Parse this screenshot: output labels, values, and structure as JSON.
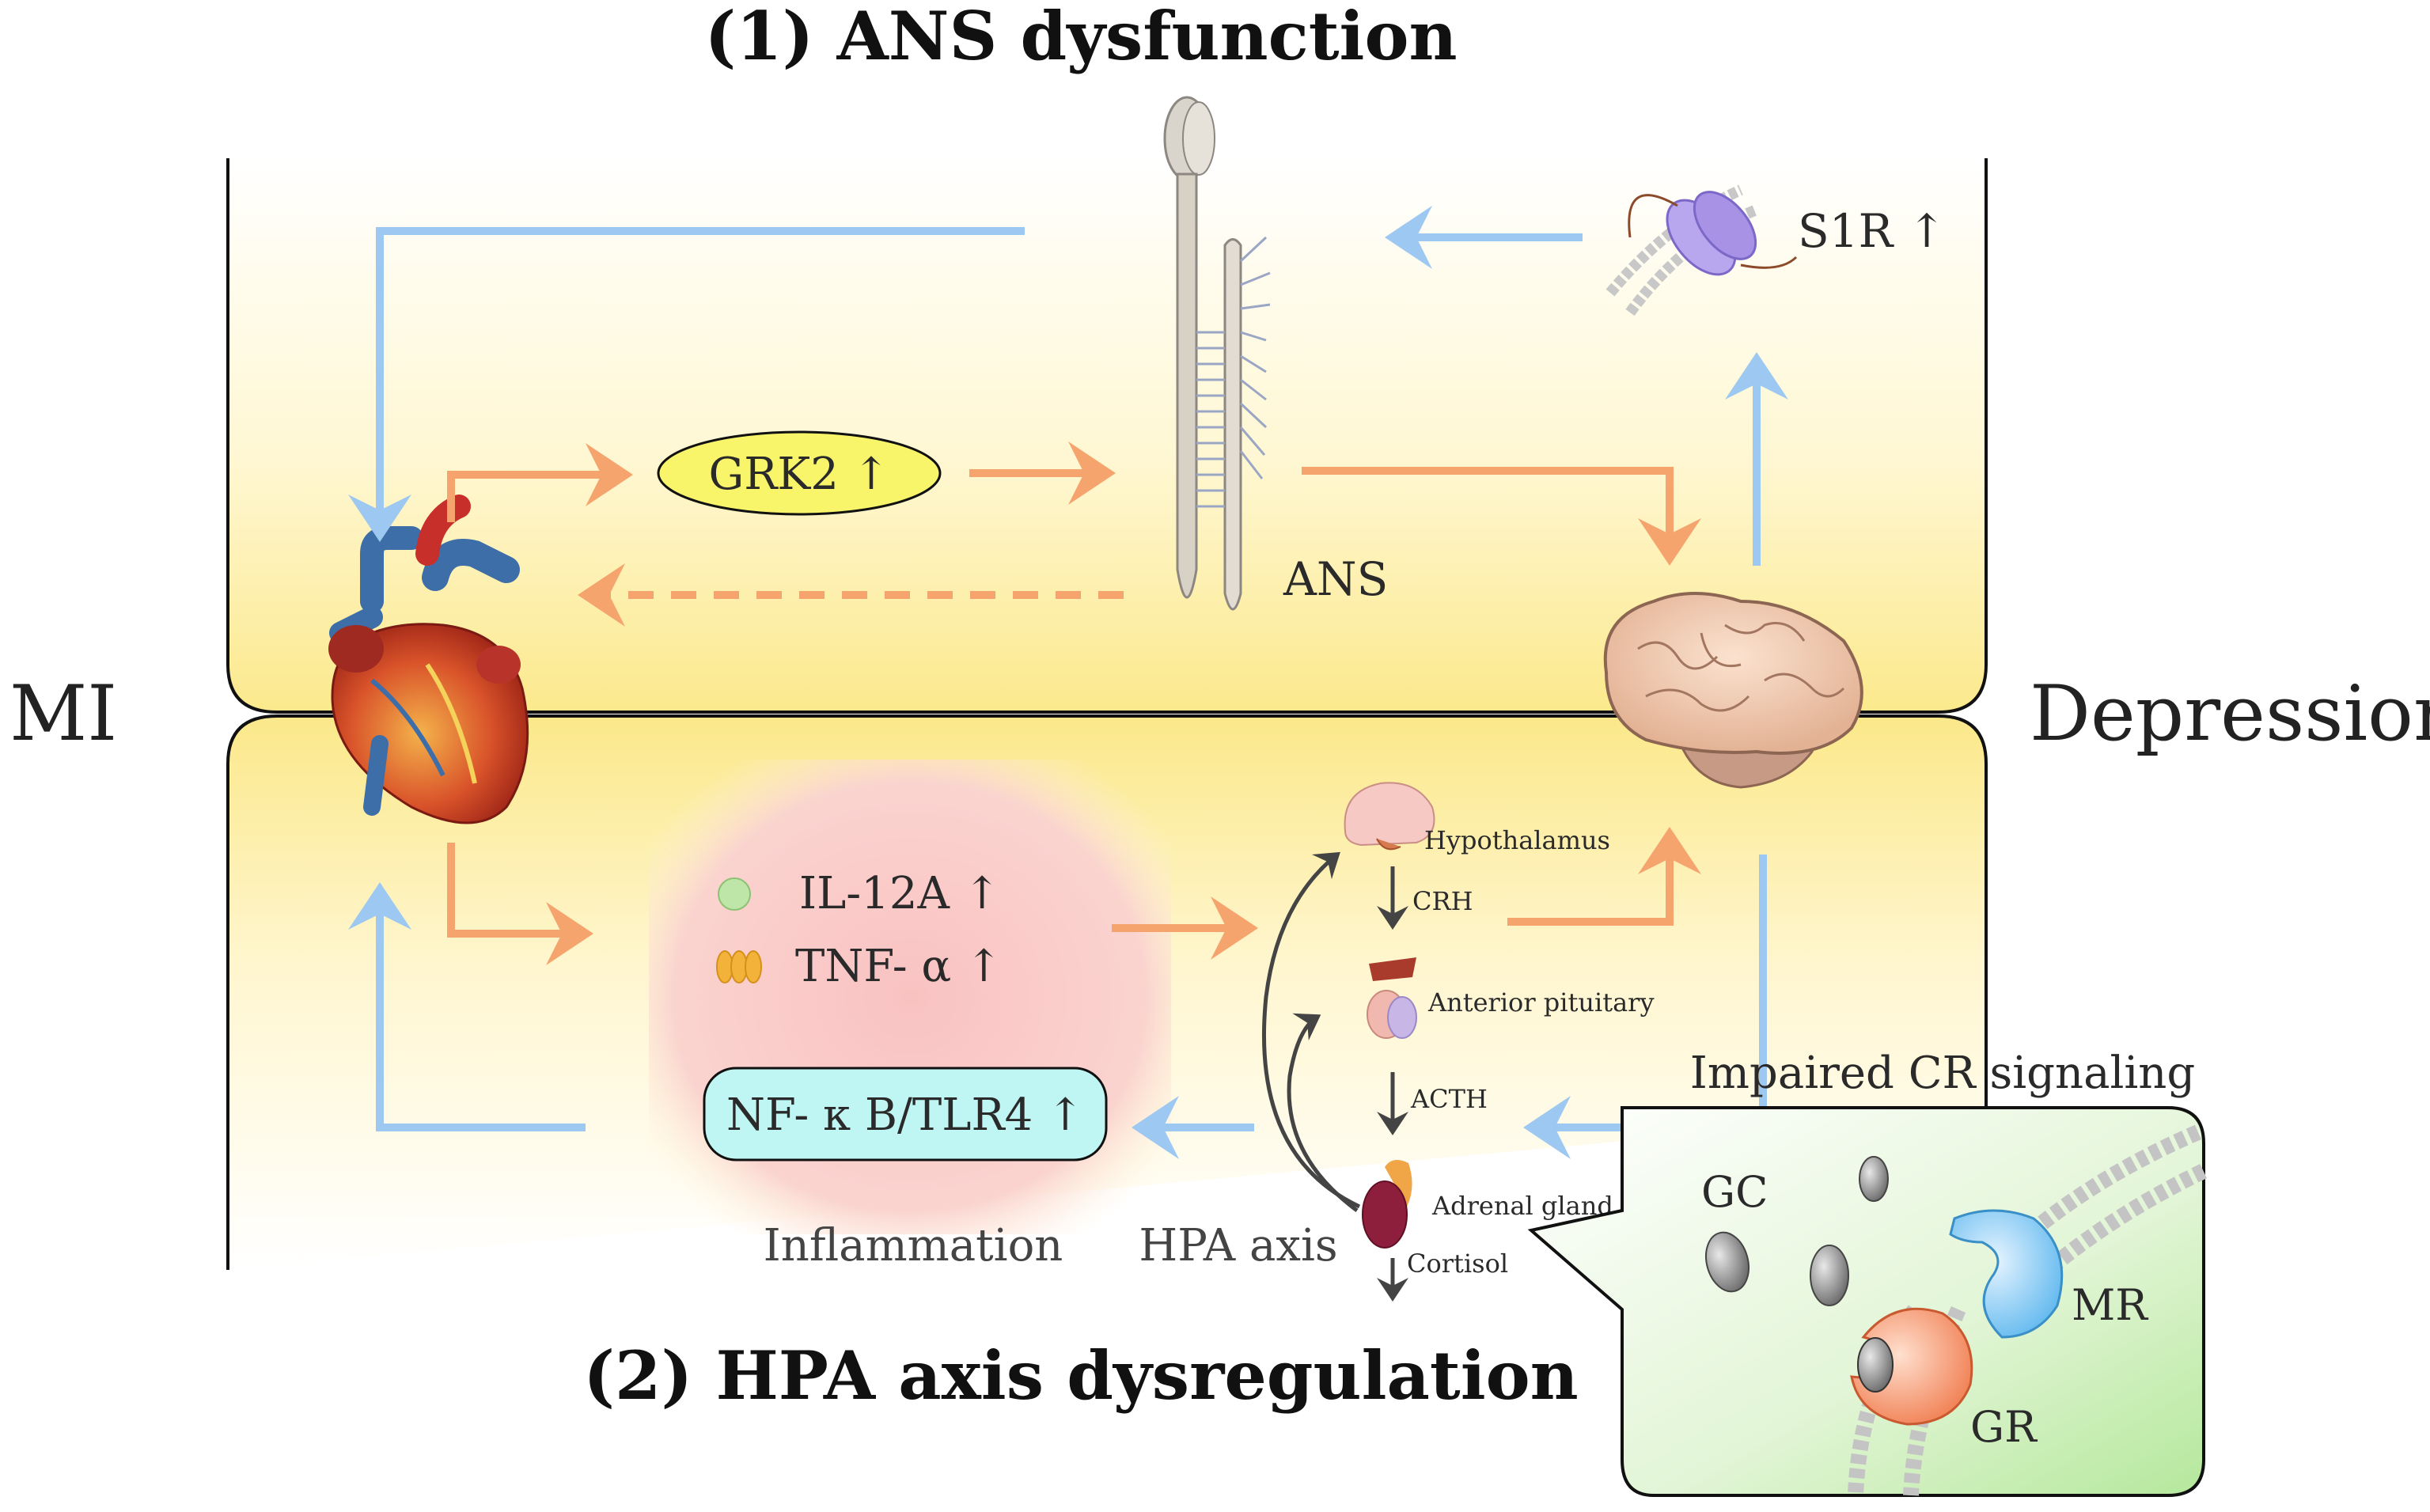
{
  "titles": {
    "top": "(1) ANS dysfunction",
    "bottom": "(2) HPA axis dysregulation"
  },
  "sides": {
    "left": "MI",
    "right": "Depression"
  },
  "top_panel": {
    "grk2": "GRK2 ↑",
    "ans": "ANS",
    "s1r": "S1R ↑"
  },
  "bottom_panel": {
    "il12a": "IL-12A ↑",
    "tnf": "TNF- α ↑",
    "nfkb": "NF- κ B/TLR4 ↑",
    "inflammation": "Inflammation",
    "hpa_axis": "HPA axis",
    "hypothalamus": "Hypothalamus",
    "crh": "CRH",
    "anterior_pituitary": "Anterior pituitary",
    "acth": "ACTH",
    "adrenal_gland": "Adrenal gland",
    "cortisol": "Cortisol"
  },
  "inset": {
    "title": "Impaired CR signaling",
    "gc": "GC",
    "mr": "MR",
    "gr": "GR"
  },
  "colors": {
    "orange_arrow": "#f5a46e",
    "blue_arrow": "#9cc8f2",
    "panel_yellow": "#fff3b0",
    "inflammation_glow": "#f9c4c4",
    "grk2_fill": "#f8f56b",
    "nfkb_fill": "#bff5f2",
    "inset_green": "#c6eeb0"
  }
}
